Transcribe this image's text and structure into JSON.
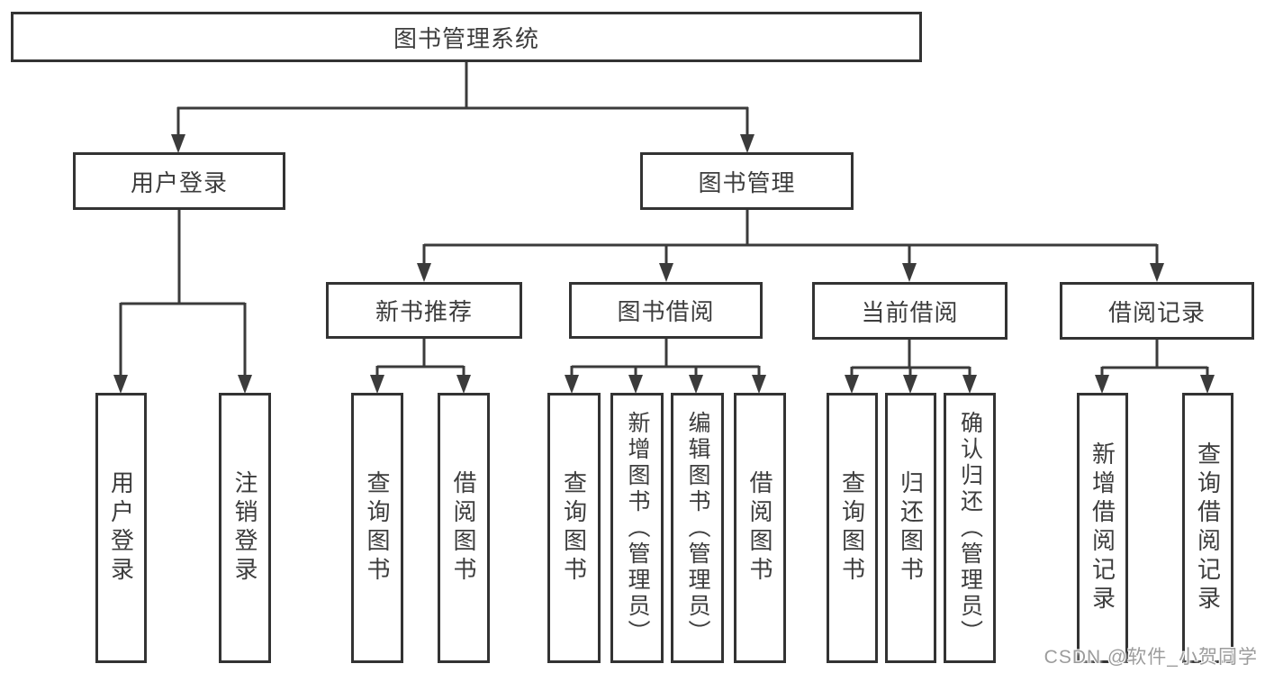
{
  "nodes": {
    "root": {
      "label": "图书管理系统"
    },
    "user_login": {
      "label": "用户登录"
    },
    "book_management": {
      "label": "图书管理"
    },
    "new_book_recommend": {
      "label": "新书推荐"
    },
    "book_borrowing": {
      "label": "图书借阅"
    },
    "current_borrowing": {
      "label": "当前借阅"
    },
    "borrowing_records": {
      "label": "借阅记录"
    },
    "user_login_leaf": {
      "label": "用户登录"
    },
    "logout_leaf": {
      "label": "注销登录"
    },
    "recommend_query_books": {
      "label": "查询图书"
    },
    "recommend_borrow_books": {
      "label": "借阅图书"
    },
    "borrowing_query_books": {
      "label": "查询图书"
    },
    "borrowing_add_books": {
      "label": "新增图书（管理员）"
    },
    "borrowing_edit_books": {
      "label": "编辑图书（管理员）"
    },
    "borrowing_borrow_books": {
      "label": "借阅图书"
    },
    "current_query_books": {
      "label": "查询图书"
    },
    "current_return_books": {
      "label": "归还图书"
    },
    "current_confirm_return": {
      "label": "确认归还（管理员）"
    },
    "records_add_record": {
      "label": "新增借阅记录"
    },
    "records_query_record": {
      "label": "查询借阅记录"
    }
  },
  "hierarchy": {
    "图书管理系统": [
      "用户登录",
      "图书管理"
    ],
    "用户登录": [
      "用户登录",
      "注销登录"
    ],
    "图书管理": [
      "新书推荐",
      "图书借阅",
      "当前借阅",
      "借阅记录"
    ],
    "新书推荐": [
      "查询图书",
      "借阅图书"
    ],
    "图书借阅": [
      "查询图书",
      "新增图书（管理员）",
      "编辑图书（管理员）",
      "借阅图书"
    ],
    "当前借阅": [
      "查询图书",
      "归还图书",
      "确认归还（管理员）"
    ],
    "借阅记录": [
      "新增借阅记录",
      "查询借阅记录"
    ]
  },
  "watermark": "CSDN @软件_小贺同学",
  "colors": {
    "line": "#3b3b3b",
    "box_border": "#333333",
    "box_background": "#ffffff",
    "text": "#3d3d3d",
    "watermark_text": "#9c9c9c",
    "background": "#ffffff"
  }
}
